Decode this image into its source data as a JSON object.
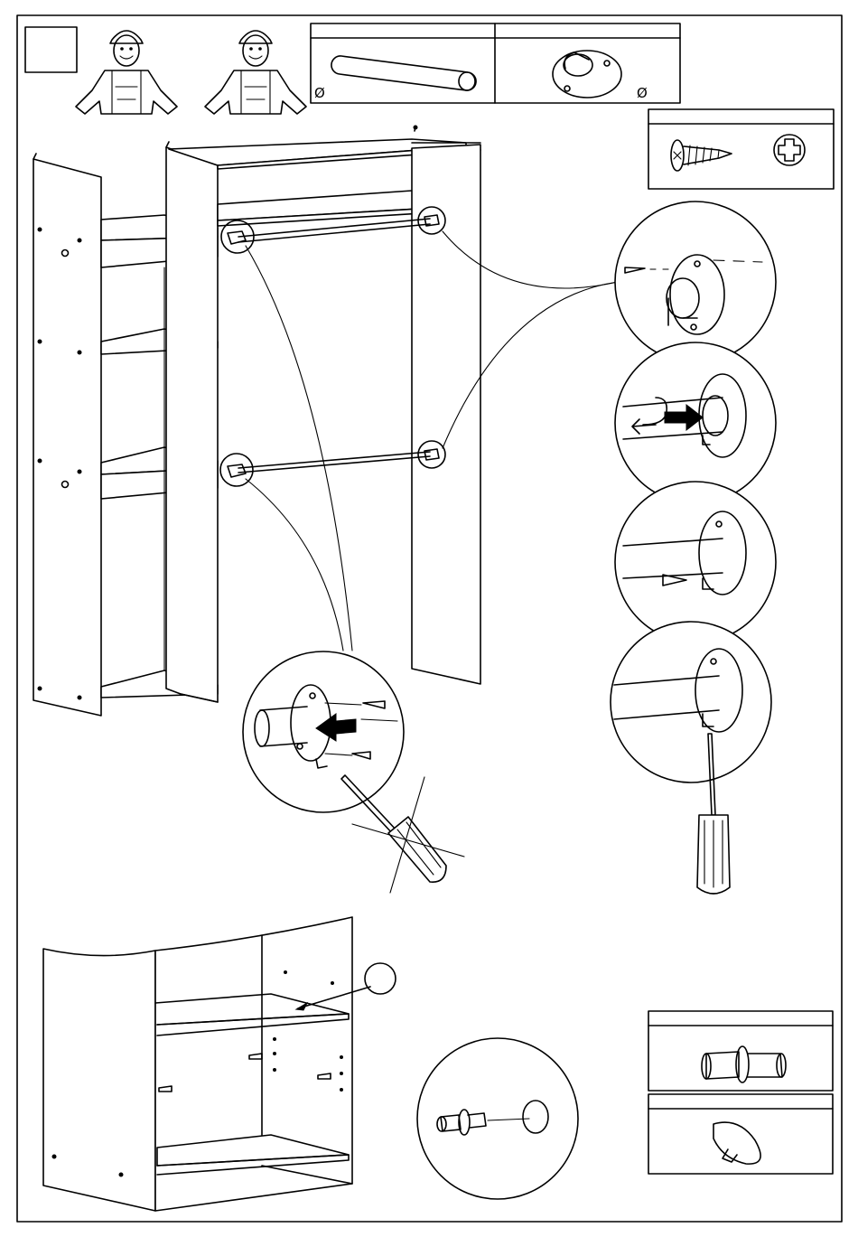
{
  "page": {
    "border_color": "#000000",
    "background": "#ffffff"
  },
  "header": {
    "step_box": "",
    "people_count": 2,
    "person_icon": "assembler-person-icon"
  },
  "parts": {
    "rod": {
      "icon": "hanging-rail-rod-icon",
      "qty_label": "",
      "diameter_symbol": "Ø"
    },
    "rod_bracket": {
      "icon": "rail-bracket-icon",
      "qty_label": "",
      "diameter_symbol": "Ø"
    },
    "screw": {
      "icon": "wood-screw-icon",
      "qty_label": ""
    },
    "screwdriver": {
      "icon": "phillips-screwdriver-icon"
    },
    "shelf_pin": {
      "icon": "shelf-support-pin-icon",
      "qty_label": ""
    },
    "cover_cap": {
      "icon": "cover-cap-icon",
      "qty_label": ""
    }
  },
  "callouts": {
    "bracket_detail_steps": 4,
    "pin_detail_marker": ""
  }
}
